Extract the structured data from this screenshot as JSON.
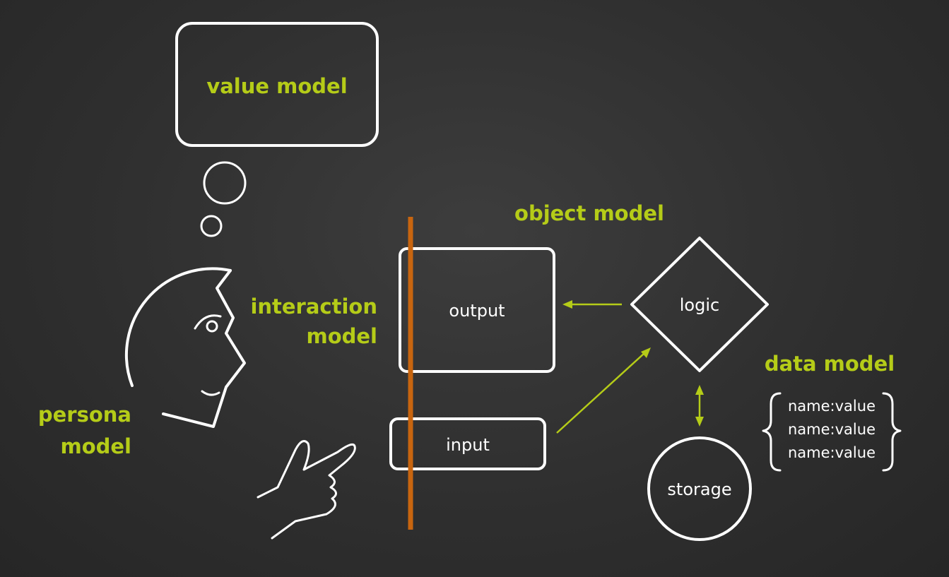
{
  "labels": {
    "value_model": "value model",
    "object_model": "object model",
    "interaction_line1": "interaction",
    "interaction_line2": "model",
    "data_model": "data model",
    "persona_line1": "persona",
    "persona_line2": "model"
  },
  "boxes": {
    "output": "output",
    "input": "input",
    "logic": "logic",
    "storage": "storage"
  },
  "data_fields": [
    "name:value",
    "name:value",
    "name:value"
  ],
  "colors": {
    "accent": "#b5cc18",
    "divider": "#c8650f",
    "stroke": "#ffffff"
  }
}
